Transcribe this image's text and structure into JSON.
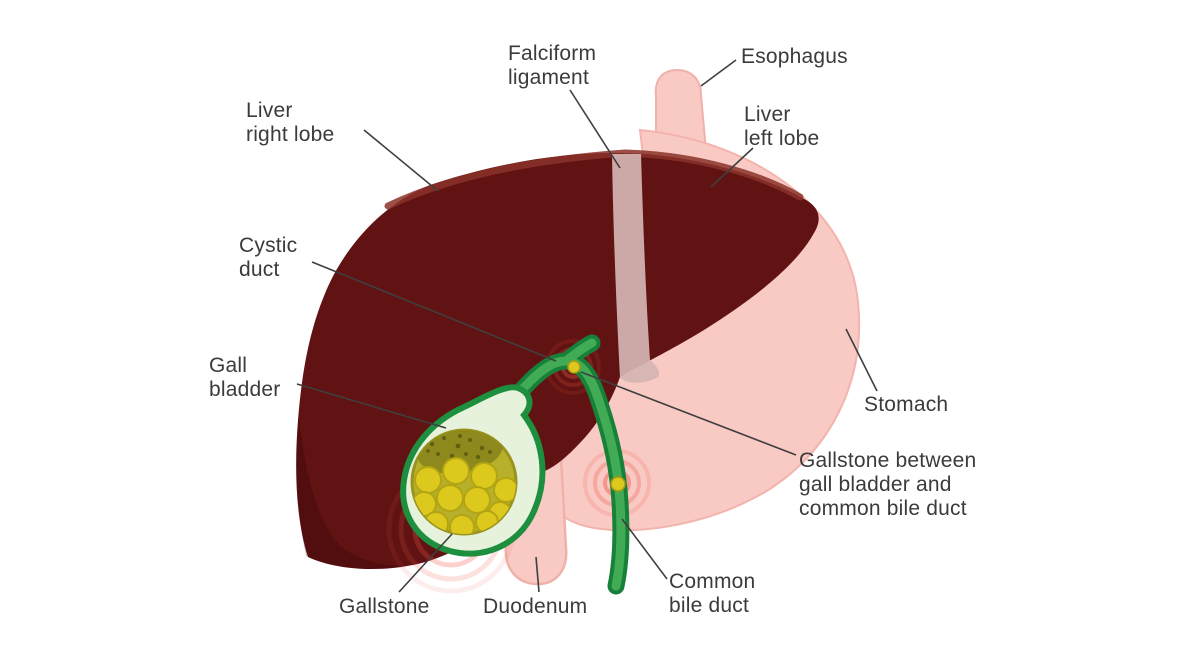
{
  "labels": {
    "falciform_ligament": "Falciform\nligament",
    "esophagus": "Esophagus",
    "liver_right_lobe": "Liver\nright lobe",
    "liver_left_lobe": "Liver\nleft lobe",
    "cystic_duct": "Cystic\nduct",
    "gall_bladder": "Gall\nbladder",
    "stomach": "Stomach",
    "gallstone_between": "Gallstone between\ngall bladder and\ncommon bile duct",
    "gallstone": "Gallstone",
    "duodenum": "Duodenum",
    "common_bile_duct": "Common\nbile duct"
  },
  "colors": {
    "liver": "#601312",
    "liver_highlight": "#8a332a",
    "ligament": "#d4b5b1",
    "organ_pink": "#f9cac4",
    "organ_pink_edge": "#f0b1a9",
    "duct_green_dark": "#17813a",
    "duct_green": "#41ab55",
    "gallbladder_fill": "#e7f2dd",
    "stone_bed": "#b6b02a",
    "stone_blob": "#8d891d",
    "gallstone_yellow": "#ddc91d",
    "pain_ring_red": "#f0564a",
    "leader_line": "#3f3f3f",
    "label_text": "#3b3b3b"
  }
}
